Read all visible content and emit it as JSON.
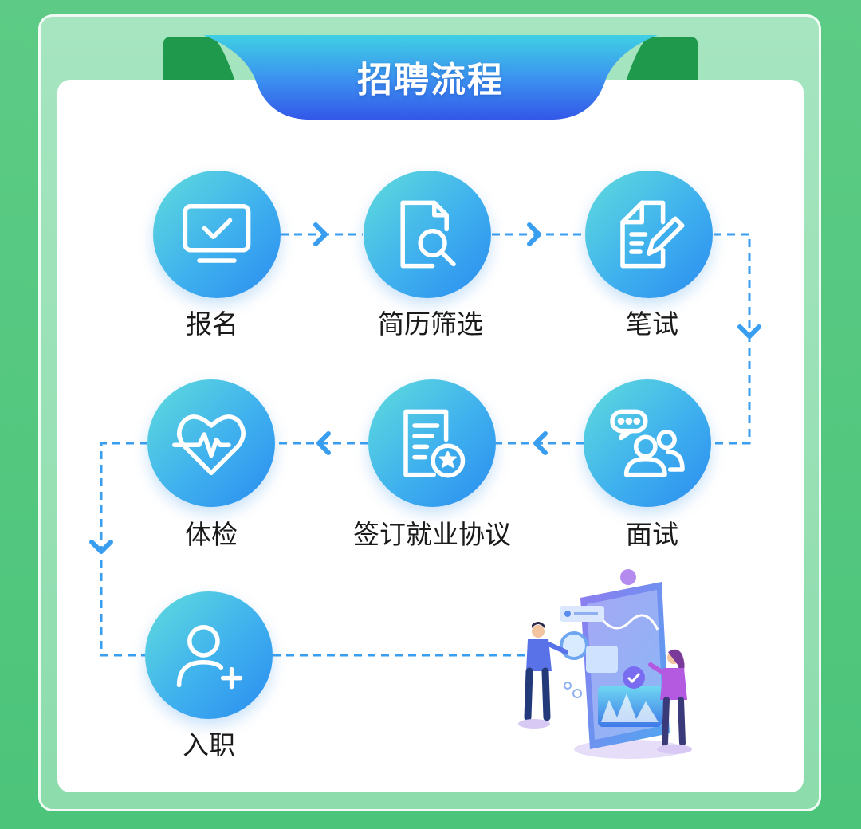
{
  "header": {
    "title": "招聘流程"
  },
  "steps": [
    {
      "label": "报名",
      "icon": "monitor-check-icon"
    },
    {
      "label": "简历筛选",
      "icon": "document-search-icon"
    },
    {
      "label": "笔试",
      "icon": "document-pen-icon"
    },
    {
      "label": "面试",
      "icon": "chat-people-icon"
    },
    {
      "label": "签订就业协议",
      "icon": "document-star-icon"
    },
    {
      "label": "体检",
      "icon": "heart-pulse-icon"
    },
    {
      "label": "入职",
      "icon": "user-add-icon"
    }
  ],
  "colors": {
    "background": "#4cc47a",
    "circle_start": "#60dcdc",
    "circle_end": "#2a8cf0",
    "connector": "#3a9ef0",
    "banner_start": "#3fc4e8",
    "banner_end": "#3563e8"
  }
}
